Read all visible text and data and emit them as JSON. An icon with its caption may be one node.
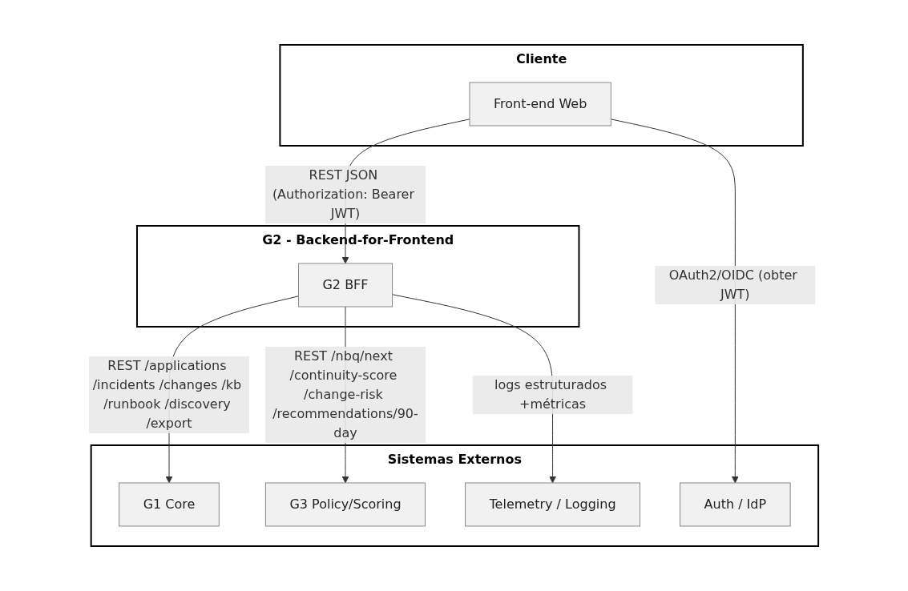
{
  "diagram": {
    "nodes": [
      {
        "text": [
          "Cliente"
        ]
      },
      {
        "text": [
          "Front-end Web"
        ],
        "in": 0
      },
      {
        "text": [
          "G2 - Backend-for-Frontend"
        ]
      },
      {
        "text": [
          "G2 BFF"
        ],
        "in": 2
      },
      {
        "text": [
          "Sistemas Externos"
        ]
      },
      {
        "text": [
          "G1 Core"
        ],
        "in": 4
      },
      {
        "text": [
          "G3 Policy/Scoring"
        ],
        "in": 4
      },
      {
        "text": [
          "Telemetry / Logging"
        ],
        "in": 4
      },
      {
        "text": [
          "Auth / IdP"
        ],
        "in": 4
      }
    ],
    "edges": [
      {
        "from": 1,
        "to": 3,
        "arrow": "to",
        "label": "REST JSON (Authorization: Bearer JWT)"
      },
      {
        "from": 1,
        "to": 8,
        "arrow": "to",
        "label": "OAuth2/OIDC (obter JWT)"
      },
      {
        "from": 3,
        "to": 5,
        "arrow": "to",
        "label": "REST /applications /incidents /changes /kb /runbook /discovery /export"
      },
      {
        "from": 3,
        "to": 6,
        "arrow": "to",
        "label": "REST /nbq/next /continuity-score /change-risk /recommendations/90-day"
      },
      {
        "from": 3,
        "to": 7,
        "arrow": "to",
        "label": "logs estruturados +métricas"
      }
    ]
  }
}
